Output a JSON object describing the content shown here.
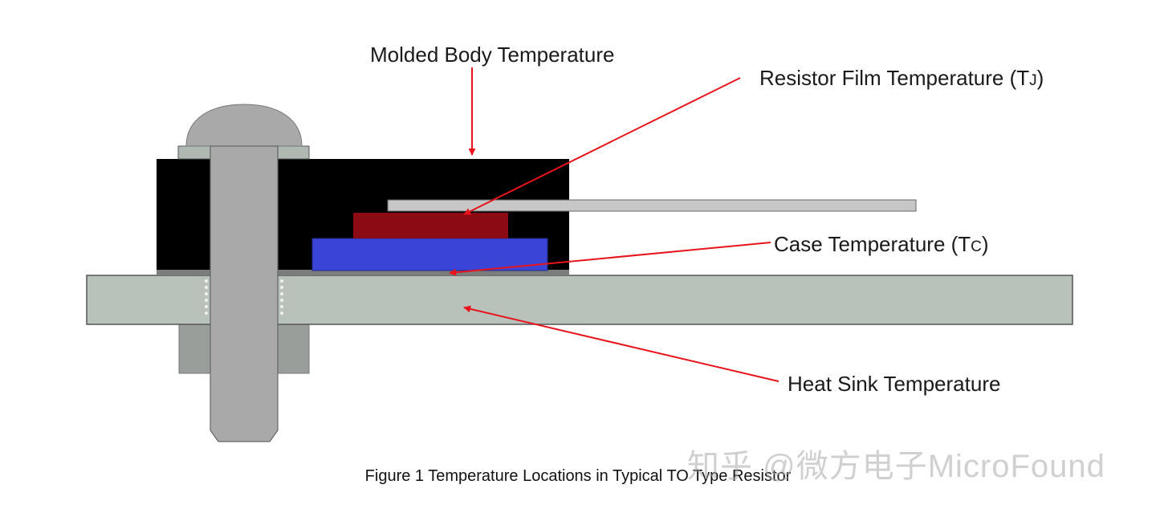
{
  "labels": {
    "molded_body": "Molded Body Temperature",
    "resistor_film": "Resistor Film Temperature (T",
    "resistor_film_sub": "J",
    "resistor_film_close": ")",
    "case": "Case Temperature (T",
    "case_sub": "C",
    "case_close": ")",
    "heat_sink": "Heat Sink Temperature"
  },
  "caption": "Figure 1 Temperature Locations in Typical TO Type Resistor",
  "watermark": "知乎 @微方电子MicroFound",
  "colors": {
    "molded_body": "#000000",
    "resistor_film": "#8b0a14",
    "substrate": "#3a44d6",
    "heat_sink": "#b9c1bb",
    "bolt": "#a9a9a9",
    "lead": "#c7c7c7",
    "arrow": "#e8141c"
  }
}
